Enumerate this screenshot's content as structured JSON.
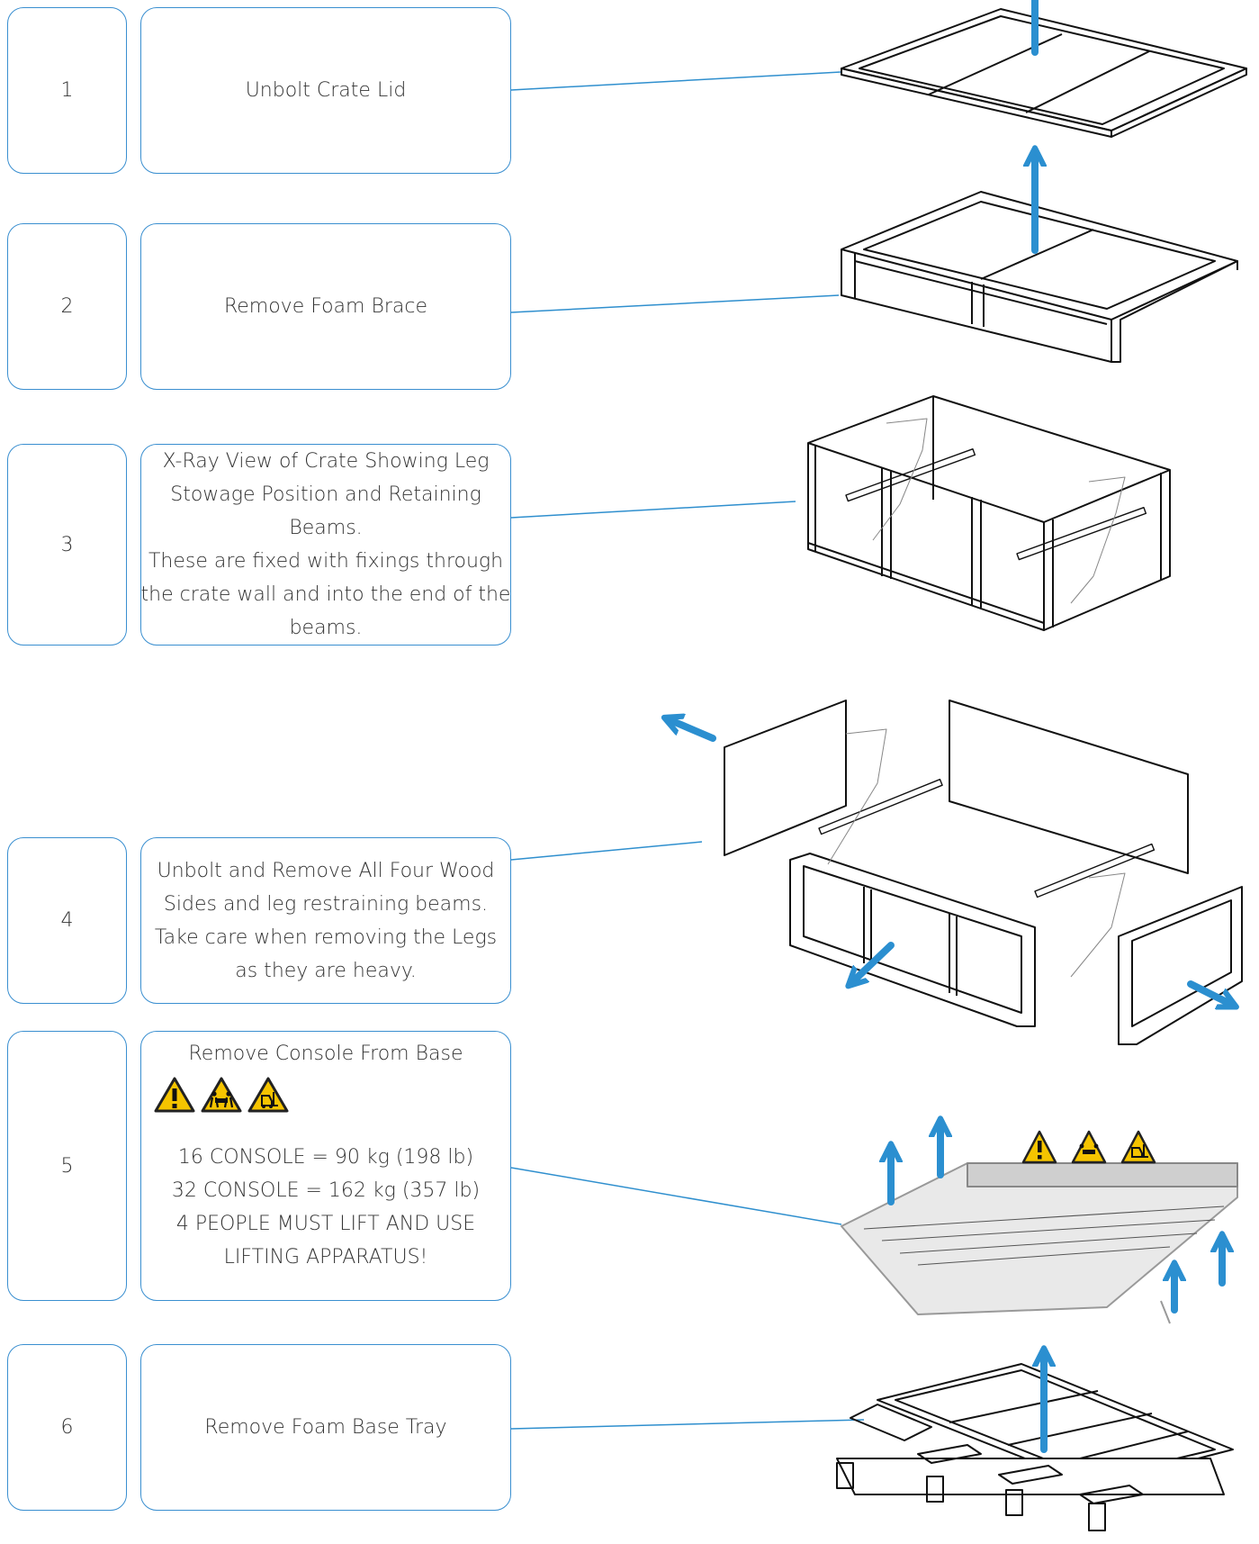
{
  "accent_color": "#2b8fd0",
  "connector_color": "#2f8fce",
  "steps": [
    {
      "number": "1",
      "lines": [
        "Unbolt Crate Lid"
      ]
    },
    {
      "number": "2",
      "lines": [
        "Remove Foam Brace"
      ]
    },
    {
      "number": "3",
      "lines": [
        "X-Ray View of Crate Showing Leg",
        "Stowage Position and Retaining",
        "Beams.",
        "These are fixed with fixings through",
        "the crate wall and into the end of the",
        "beams."
      ]
    },
    {
      "number": "4",
      "lines": [
        "Unbolt and Remove All Four Wood",
        "Sides and leg restraining beams.",
        "Take care when removing the Legs",
        "as they are heavy."
      ]
    },
    {
      "number": "5",
      "title": "Remove Console From Base",
      "lines": [
        "16 CONSOLE = 90 kg (198 lb)",
        "32 CONSOLE = 162 kg (357 lb)",
        "4 PEOPLE MUST LIFT AND USE",
        "LIFTING APPARATUS!"
      ]
    },
    {
      "number": "6",
      "lines": [
        "Remove Foam Base Tray"
      ]
    }
  ],
  "warning_icons": [
    "warning-exclamation-icon",
    "two-person-lift-icon",
    "forklift-icon"
  ]
}
